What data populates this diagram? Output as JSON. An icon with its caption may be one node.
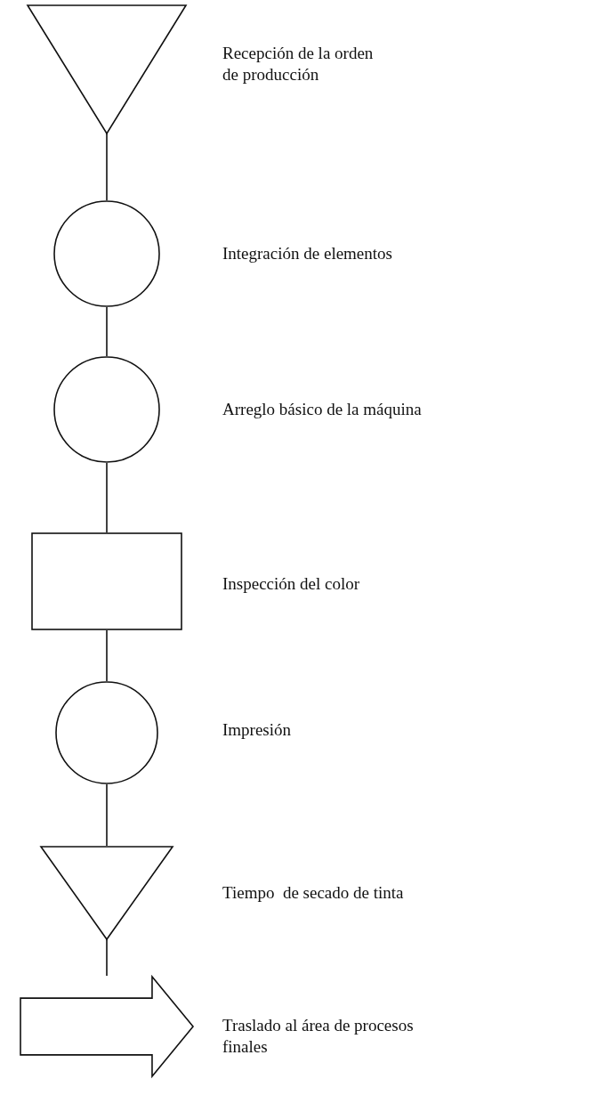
{
  "diagram": {
    "nodes": [
      {
        "text": [],
        "shape": "triangle",
        "beside": [
          "Recepción de la orden de producción"
        ]
      },
      {
        "text": [],
        "shape": "circle",
        "beside": [
          "Integración de elementos"
        ]
      },
      {
        "text": [],
        "shape": "circle",
        "beside": [
          "Arreglo básico de la máquina"
        ]
      },
      {
        "text": [],
        "shape": "box",
        "beside": [
          "Inspección del color"
        ]
      },
      {
        "text": [],
        "shape": "circle",
        "beside": [
          "Impresión"
        ]
      },
      {
        "text": [],
        "shape": "triangle",
        "beside": [
          "Tiempo  de secado de tinta"
        ]
      },
      {
        "text": [],
        "shape": "arrow",
        "beside": [
          "Traslado al área de procesos finales"
        ]
      }
    ],
    "edges": [
      {
        "from": 0,
        "to": 1,
        "arrow": "none"
      },
      {
        "from": 1,
        "to": 2,
        "arrow": "none"
      },
      {
        "from": 2,
        "to": 3,
        "arrow": "none"
      },
      {
        "from": 3,
        "to": 4,
        "arrow": "none"
      },
      {
        "from": 4,
        "to": 5,
        "arrow": "none"
      },
      {
        "from": 5,
        "to": 6,
        "arrow": "none"
      }
    ]
  }
}
